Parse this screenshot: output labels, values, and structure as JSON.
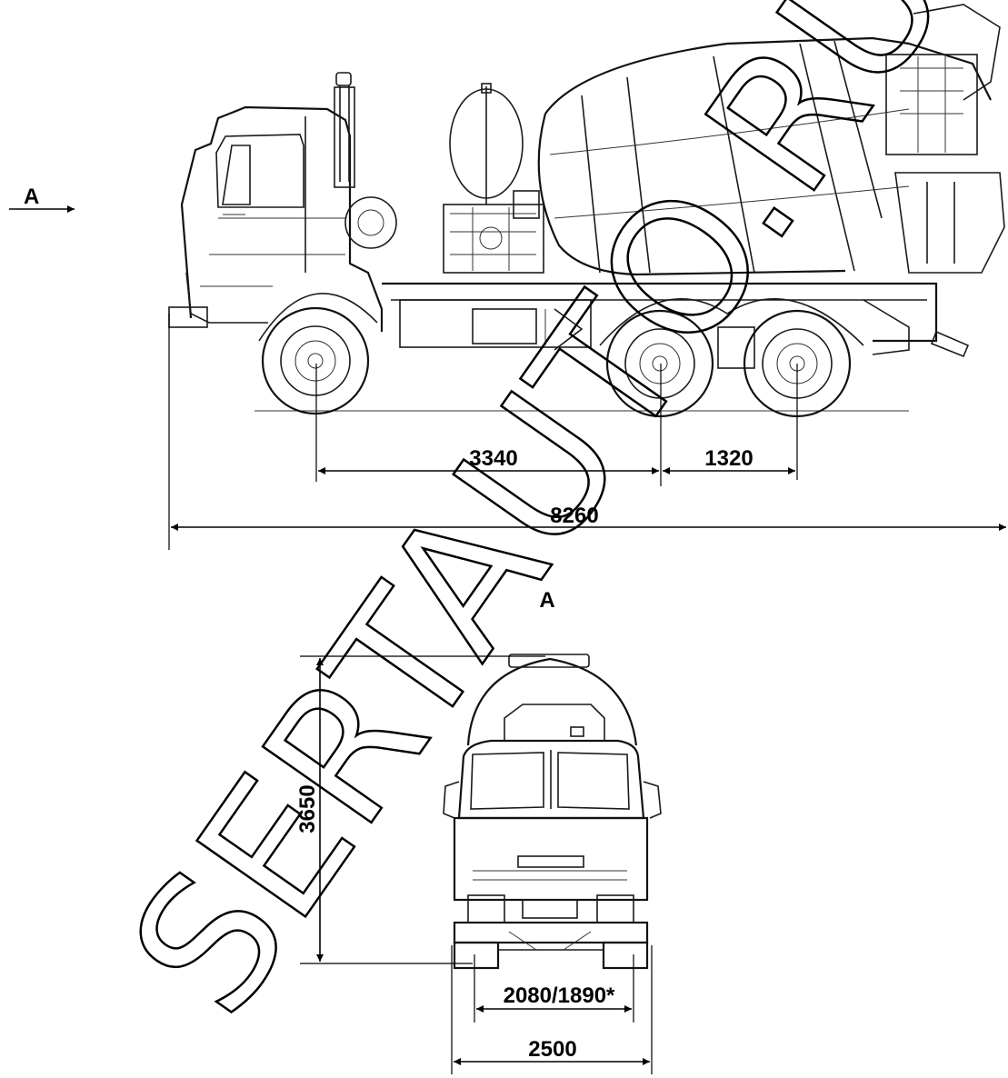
{
  "view_marker": {
    "letter": "A"
  },
  "side_view": {
    "dimensions": {
      "wheelbase_front": "3340",
      "wheelbase_rear": "1320",
      "overall_length": "8260"
    }
  },
  "front_view": {
    "title": "A",
    "dimensions": {
      "overall_height": "3650",
      "track_width": "2080/1890*",
      "overall_width": "2500"
    }
  },
  "watermark": {
    "text": "SERTAUTO.RU",
    "color": "#000000"
  }
}
